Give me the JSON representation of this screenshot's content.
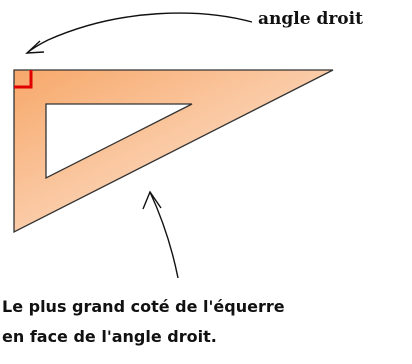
{
  "labels": {
    "right_angle": "angle droit",
    "caption_line_1": "Le plus grand coté de l'équerre",
    "caption_line_2": "en face de l'angle droit."
  },
  "colors": {
    "square_gradient_start": "#f7a86a",
    "square_gradient_end": "#ffeee0",
    "outline": "#333333",
    "right_angle_marker": "#e00000",
    "arrows": "#111111"
  },
  "icons": {
    "square": "set-square-triangle-icon",
    "right_angle_marker": "right-angle-marker-icon",
    "arrow_to_angle": "curved-arrow-icon",
    "arrow_to_hypotenuse": "arrow-up-icon"
  }
}
